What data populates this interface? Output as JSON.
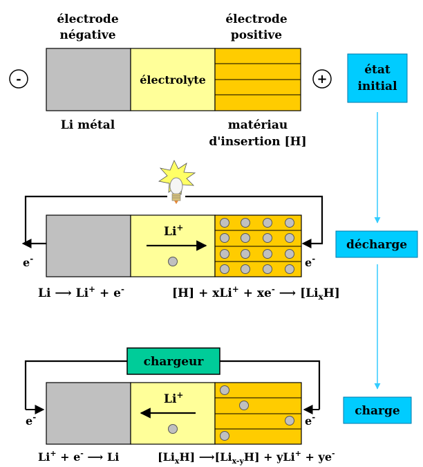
{
  "top": {
    "neg_electrode_line1": "électrode",
    "neg_electrode_line2": "négative",
    "pos_electrode_line1": "électrode",
    "pos_electrode_line2": "positive",
    "electrolyte": "électrolyte",
    "minus": "-",
    "plus": "+",
    "neg_material": "Li métal",
    "pos_material_line1": "matériau",
    "pos_material_line2": "d'insertion [H]"
  },
  "states": {
    "initial_line1": "état",
    "initial_line2": "initial",
    "decharge": "décharge",
    "charge": "charge"
  },
  "discharge": {
    "ion": "Li",
    "ion_sup": "+",
    "electron_left": "e",
    "electron_right": "e",
    "electron_sup": "-",
    "eq_left_a": "Li ⟶ Li",
    "eq_left_b": " + e",
    "eq_right_a": "[H] + xLi",
    "eq_right_b": " + xe",
    "eq_right_c": " ⟶ [Li",
    "eq_right_sub": "x",
    "eq_right_d": "H]"
  },
  "charge": {
    "charger": "chargeur",
    "ion": "Li",
    "ion_sup": "+",
    "electron_left": "e",
    "electron_right": "e",
    "electron_sup": "-",
    "eq_left_a": "Li",
    "eq_left_b": " + e",
    "eq_left_c": " ⟶ Li",
    "eq_right_a": "[Li",
    "eq_right_sub1": "x",
    "eq_right_b": "H] ⟶[Li",
    "eq_right_sub2": "x-y",
    "eq_right_c": "H] + yLi",
    "eq_right_d": " + ye"
  },
  "colors": {
    "negative": "#c0c0c0",
    "electrolyte": "#ffff99",
    "positive": "#ffcc00",
    "state_box": "#00ccff",
    "charger": "#00cc99",
    "particle": "#c0c0c0",
    "arrow": "#33ccff"
  },
  "icons": {
    "bulb": "lightbulb-icon"
  }
}
